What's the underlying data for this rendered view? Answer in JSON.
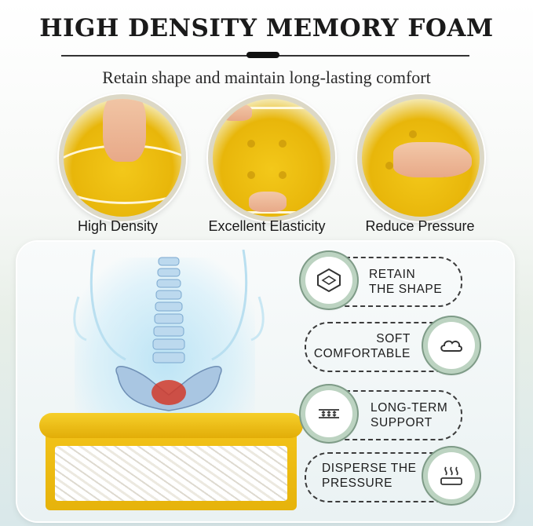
{
  "header": {
    "title": "HIGH DENSITY MEMORY FOAM",
    "subtitle": "Retain shape and maintain long-lasting comfort"
  },
  "features": [
    {
      "label": "High Density"
    },
    {
      "label": "Excellent Elasticity"
    },
    {
      "label": "Reduce Pressure"
    }
  ],
  "benefits": [
    {
      "line1": "RETAIN",
      "line2": "THE SHAPE",
      "icon": "cube-shape-icon"
    },
    {
      "line1": "SOFT",
      "line2": "COMFORTABLE",
      "icon": "cloud-icon"
    },
    {
      "line1": "LONG-TERM",
      "line2": "SUPPORT",
      "icon": "support-arrows-icon"
    },
    {
      "line1": "DISPERSE THE",
      "line2": "PRESSURE",
      "icon": "heat-waves-icon"
    }
  ],
  "colors": {
    "cushion_yellow": "#f0bf12",
    "badge_ring": "#7e9b87",
    "panel_bg": "#eaf2f3"
  }
}
